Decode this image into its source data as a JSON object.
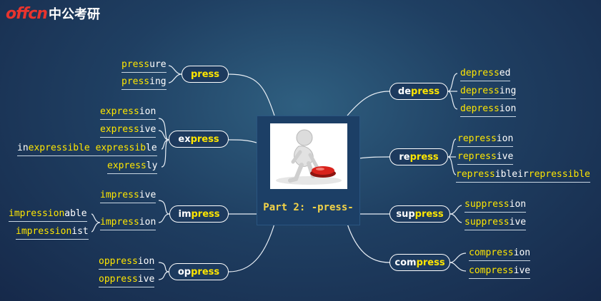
{
  "logo": {
    "mark": "offcn",
    "text": "中公考研"
  },
  "center": {
    "title": "Part 2: -press-"
  },
  "branches": [
    {
      "id": "press",
      "pre": "",
      "root": "press",
      "post": "",
      "leaves": [
        {
          "hl": "press",
          "rest": "ure"
        },
        {
          "hl": "press",
          "rest": "ing"
        }
      ]
    },
    {
      "id": "express",
      "pre": "ex",
      "root": "press",
      "post": "",
      "leaves": [
        {
          "hl": "express",
          "rest": "ion"
        },
        {
          "hl": "express",
          "rest": "ive"
        },
        {
          "pre": "in",
          "hl": "expressible",
          "rest": "",
          "hl2": "expressib",
          "rest2": "le"
        },
        {
          "hl": "express",
          "rest": "ly"
        }
      ]
    },
    {
      "id": "impress",
      "pre": "im",
      "root": "press",
      "post": "",
      "leaves": [
        {
          "hl": "impress",
          "rest": "ive"
        },
        {
          "hl": "impress",
          "rest": "ion"
        },
        {
          "hl": "impression",
          "rest": "able"
        },
        {
          "hl": "impression",
          "rest": "ist"
        }
      ]
    },
    {
      "id": "oppress",
      "pre": "op",
      "root": "press",
      "post": "",
      "leaves": [
        {
          "hl": "oppress",
          "rest": "ion"
        },
        {
          "hl": "oppress",
          "rest": "ive"
        }
      ]
    },
    {
      "id": "depress",
      "pre": "de",
      "root": "press",
      "post": "",
      "leaves": [
        {
          "hl": "depress",
          "rest": "ed"
        },
        {
          "hl": "depress",
          "rest": "ing"
        },
        {
          "hl": "depress",
          "rest": "ion"
        }
      ]
    },
    {
      "id": "repress",
      "pre": "re",
      "root": "press",
      "post": "",
      "leaves": [
        {
          "hl": "repress",
          "rest": "ion"
        },
        {
          "hl": "repress",
          "rest": "ive"
        },
        {
          "hl": "repress",
          "rest": "ible",
          "pre2": "ir",
          "hl2": "repressible"
        }
      ]
    },
    {
      "id": "suppress",
      "pre": "sup",
      "root": "press",
      "post": "",
      "leaves": [
        {
          "hl": "suppress",
          "rest": "ion"
        },
        {
          "hl": "suppress",
          "rest": "ive"
        }
      ]
    },
    {
      "id": "compress",
      "pre": "com",
      "root": "press",
      "post": "",
      "leaves": [
        {
          "hl": "compress",
          "rest": "ion"
        },
        {
          "hl": "compress",
          "rest": "ive"
        }
      ]
    }
  ],
  "colors": {
    "highlight": "#ffe600",
    "title": "#f3d347",
    "line": "#e8eef5",
    "button": "#d9221c"
  }
}
